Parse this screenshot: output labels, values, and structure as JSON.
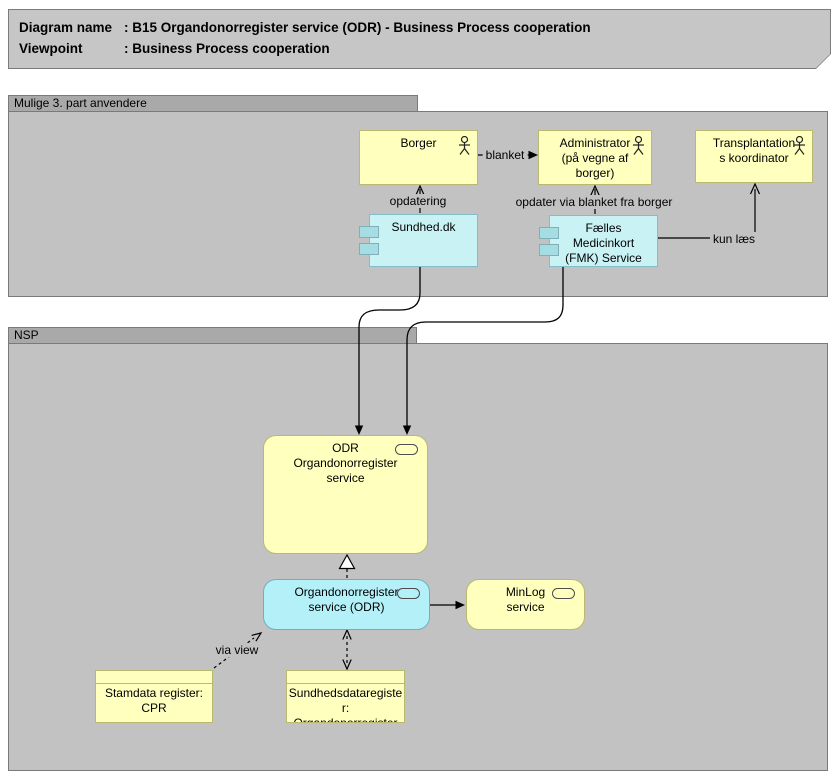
{
  "title": {
    "row1_label": "Diagram name",
    "row1_value": ": B15 Organdonorregister service (ODR) - Business Process cooperation",
    "row2_label": "Viewpoint",
    "row2_value": ": Business Process cooperation"
  },
  "groups": {
    "third_party": {
      "label": "Mulige 3. part anvendere"
    },
    "nsp": {
      "label": "NSP"
    }
  },
  "nodes": {
    "borger": {
      "label": "Borger",
      "icon": "actor-icon"
    },
    "administrator": {
      "label": "Administrator\n(på vegne af\nborger)",
      "icon": "actor-icon"
    },
    "transplantations_koordinator": {
      "label": "Transplantation\ns koordinator",
      "icon": "actor-icon"
    },
    "sundhed_dk": {
      "label": "Sundhed.dk",
      "icon": "component-icon"
    },
    "fmk_service": {
      "label": "Fælles\nMedicinkort\n(FMK) Service",
      "icon": "component-icon"
    },
    "odr": {
      "label": "ODR\nOrgandonorregister\nservice",
      "icon": "application-service-icon"
    },
    "odr_service": {
      "label": "Organdonorregister\nservice (ODR)",
      "icon": "application-service-icon"
    },
    "minlog": {
      "label": "MinLog\nservice",
      "icon": "application-service-icon"
    },
    "stamdata_cpr": {
      "label": "Stamdata register:\nCPR",
      "icon": "object-icon"
    },
    "sundhedsdataregister": {
      "label": "Sundhedsdataregiste\nr:\nOrgandonorregister",
      "icon": "object-icon"
    }
  },
  "connectors": {
    "blanket": {
      "label": "blanket"
    },
    "opdatering": {
      "label": "opdatering"
    },
    "opdater_via_blanket": {
      "label": "opdater via blanket fra borger"
    },
    "kun_laes": {
      "label": "kun læs"
    },
    "via_view": {
      "label": "via view"
    }
  },
  "colors": {
    "business_yellow": "#ffffbe",
    "yellow_border": "#b9b96f",
    "application_cyan": "#c9f2f5",
    "application_cyan_rounded": "#b3f0f7",
    "group_body_gray": "#c2c2c2",
    "group_header_gray": "#a9a9a9",
    "line_black": "#000000"
  }
}
